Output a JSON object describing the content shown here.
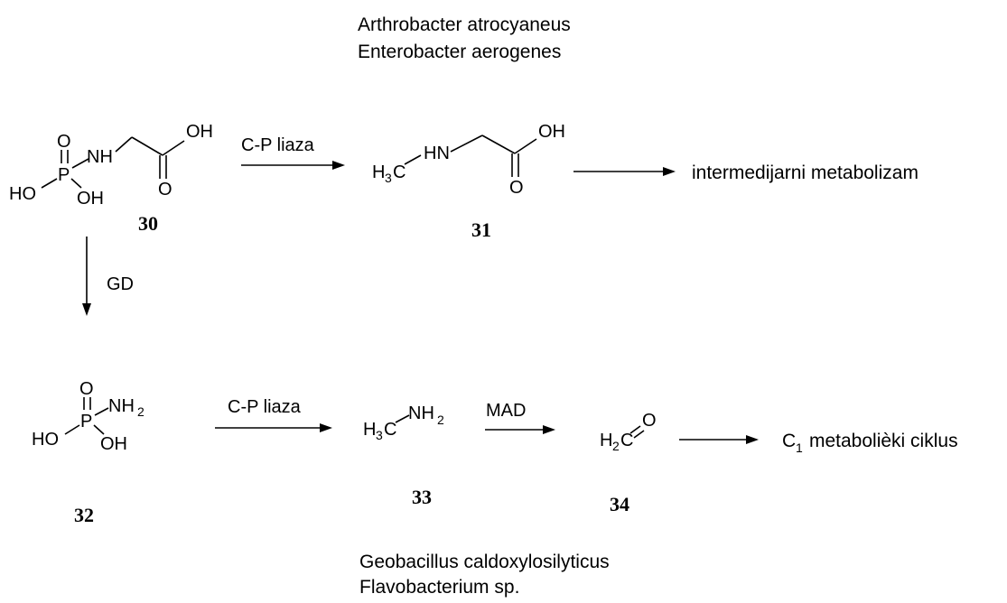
{
  "organisms_top": {
    "line1": "Arthrobacter atrocyaneus",
    "line2": "Enterobacter aerogenes"
  },
  "organisms_bottom": {
    "line1": "Geobacillus caldoxylosilyticus",
    "line2": "Flavobacterium sp."
  },
  "arrows": {
    "cp_lyase_top": "C-P liaza",
    "cp_lyase_bottom": "C-P liaza",
    "gd": "GD",
    "mad": "MAD"
  },
  "products": {
    "intermediary": "intermedijarni metabolizam",
    "c1_subscript": "1",
    "c1_text": "metabolièki ciklus"
  },
  "compounds": {
    "c30": "30",
    "c31": "31",
    "c32": "32",
    "c33": "33",
    "c34": "34"
  },
  "atoms": {
    "O": "O",
    "OH": "OH",
    "HO": "HO",
    "NH": "NH",
    "HN": "HN",
    "P": "P",
    "H": "H",
    "C": "C",
    "N": "N",
    "H2": "2",
    "H3": "3",
    "NH2_N": "NH"
  }
}
